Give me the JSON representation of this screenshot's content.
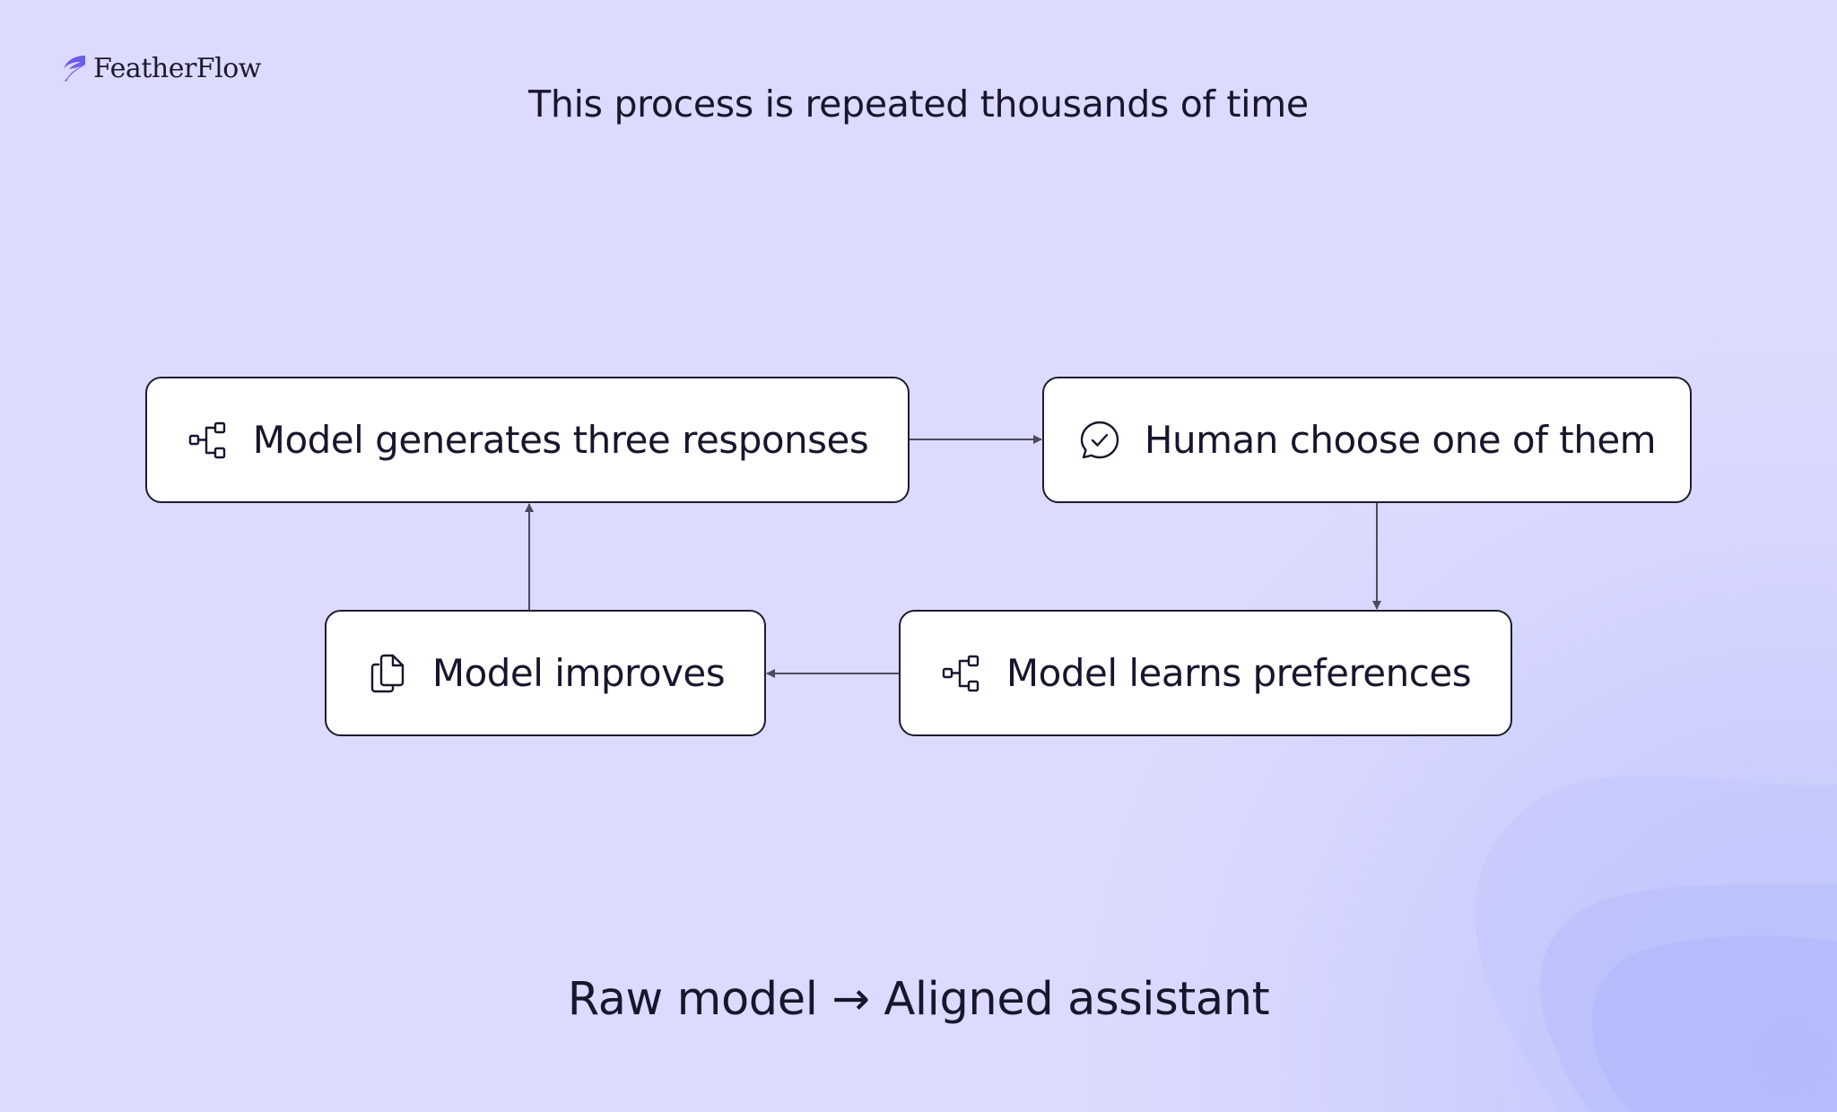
{
  "brand": {
    "name": "FeatherFlow",
    "accent": "#6b5cf0"
  },
  "title": "This process is repeated thousands of time",
  "footer": "Raw model → Aligned assistant",
  "colors": {
    "background": "#dcdafe",
    "node_fill": "#ffffff",
    "node_border": "#1c1d2e",
    "connector": "#4a4c5e"
  },
  "flow": {
    "nodes": [
      {
        "id": "n1",
        "icon": "hierarchy-icon",
        "label": "Model generates three responses"
      },
      {
        "id": "n2",
        "icon": "chat-check-icon",
        "label": "Human choose one of them"
      },
      {
        "id": "n3",
        "icon": "hierarchy-icon",
        "label": "Model learns preferences"
      },
      {
        "id": "n4",
        "icon": "documents-icon",
        "label": "Model improves"
      }
    ],
    "edges": [
      {
        "from": "n1",
        "to": "n2"
      },
      {
        "from": "n2",
        "to": "n3"
      },
      {
        "from": "n3",
        "to": "n4"
      },
      {
        "from": "n4",
        "to": "n1"
      }
    ]
  }
}
